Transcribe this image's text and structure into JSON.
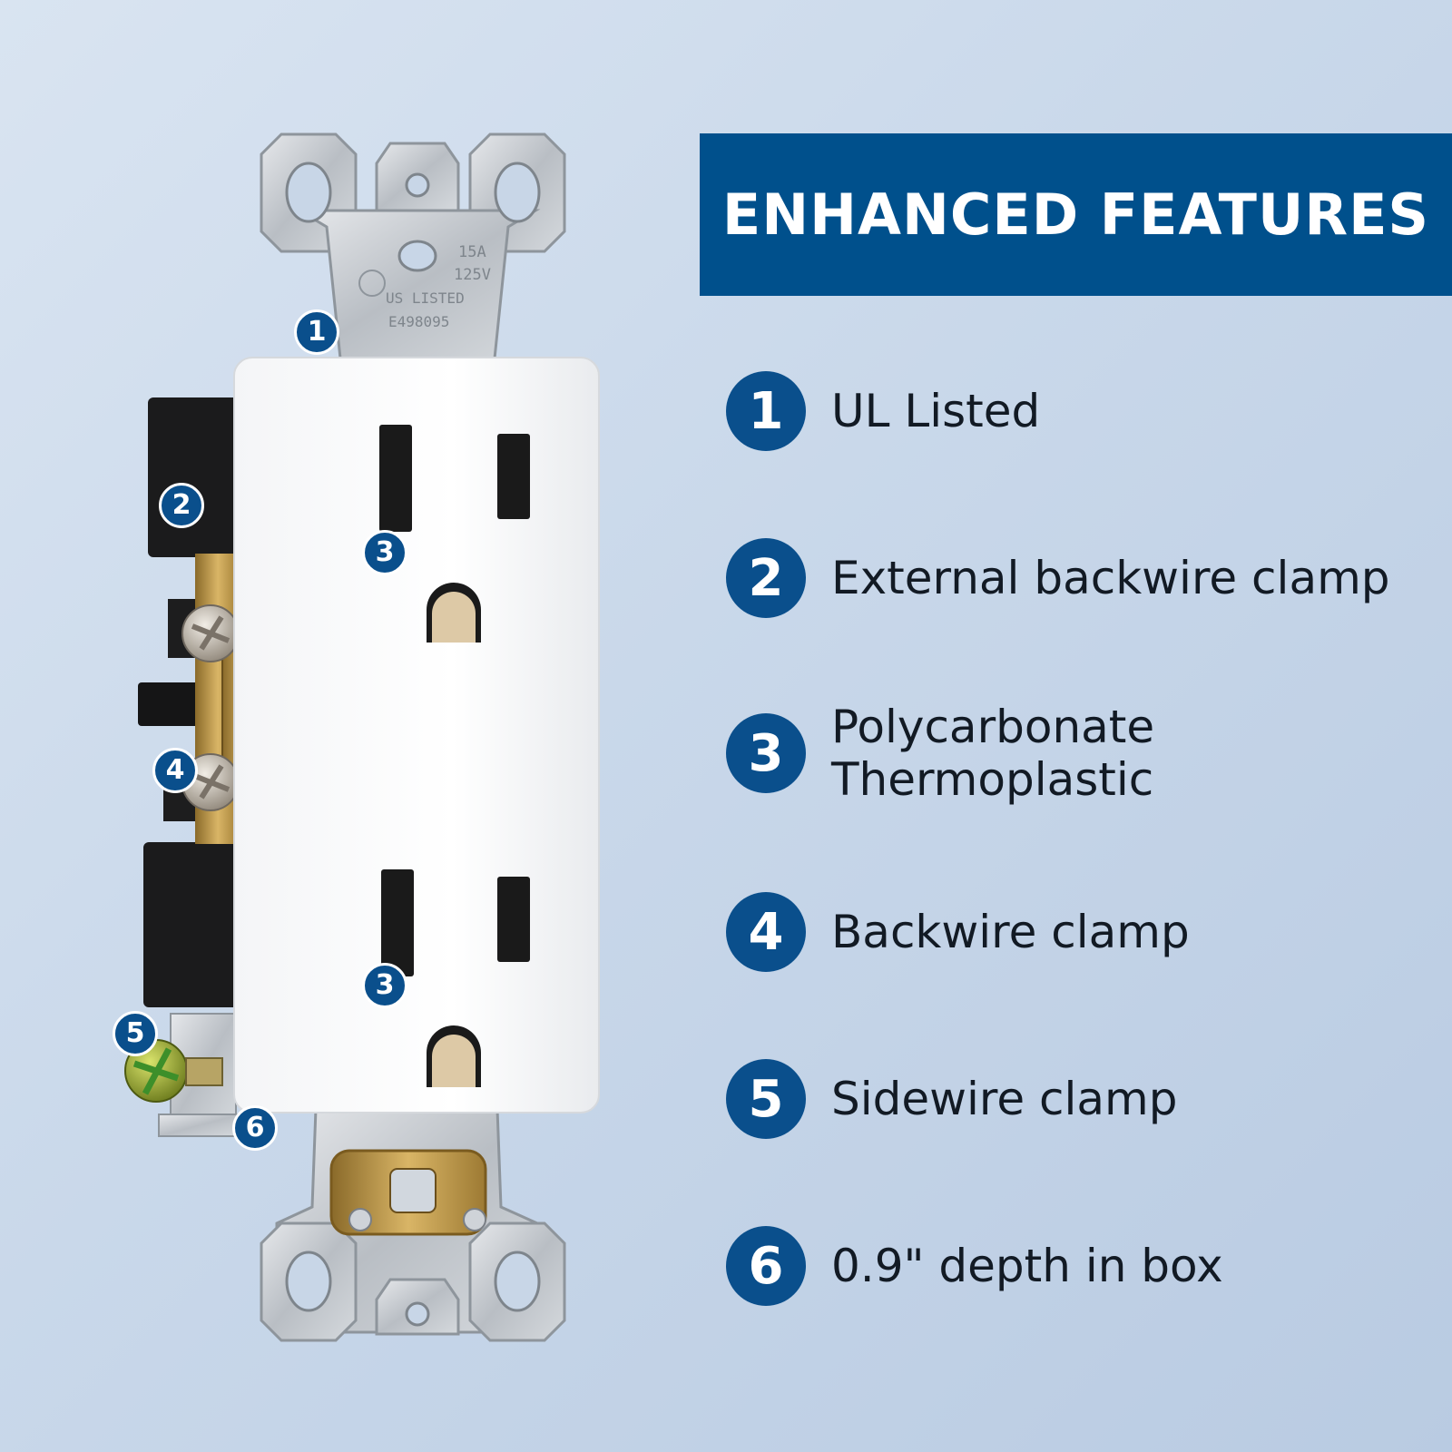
{
  "header": {
    "title": "ENHANCED FEATURES"
  },
  "features": [
    {
      "number": "1",
      "label": "UL Listed"
    },
    {
      "number": "2",
      "label": "External backwire clamp"
    },
    {
      "number": "3",
      "label": "Polycarbonate\nThermoplastic"
    },
    {
      "number": "4",
      "label": "Backwire clamp"
    },
    {
      "number": "5",
      "label": "Sidewire clamp"
    },
    {
      "number": "6",
      "label": "0.9\" depth in box"
    }
  ],
  "product": {
    "strap_marking": {
      "rating_amps": "15A",
      "rating_volts": "125V",
      "listing": "US LISTED",
      "file_no": "E498095"
    },
    "callouts": [
      "1",
      "2",
      "3",
      "4",
      "3",
      "5",
      "6"
    ]
  },
  "colors": {
    "accent": "#00508c",
    "badge": "#0a4f8c",
    "text": "#121a24"
  }
}
